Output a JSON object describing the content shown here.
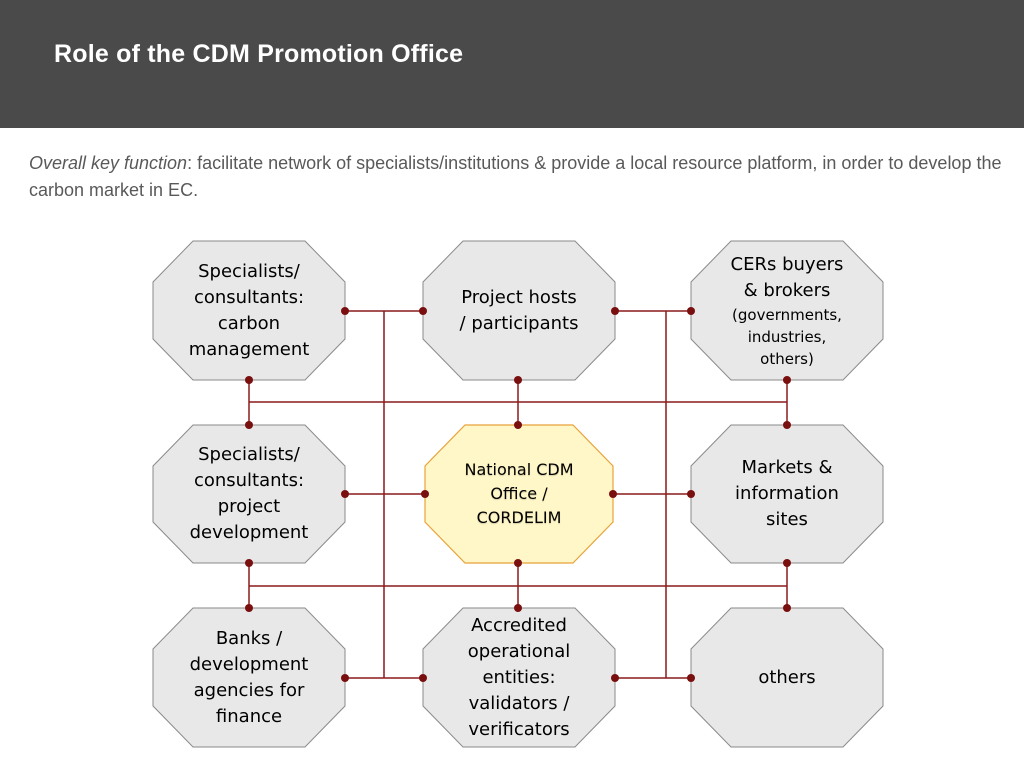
{
  "header": {
    "title": "Role of the CDM Promotion Office"
  },
  "subtitle": {
    "emphasis": "Overall key function",
    "text": ": facilitate network of specialists/institutions & provide a local resource platform, in order to develop the carbon market in EC."
  },
  "colors": {
    "header_bg": "#4a4a4a",
    "node_fill": "#e8e8e8",
    "node_stroke": "#8a8a8a",
    "center_fill": "#fff7c8",
    "center_stroke": "#e8a23a",
    "connector": "#8b1a1a"
  },
  "nodes": {
    "carbon": {
      "lines": [
        "Specialists/",
        "consultants:",
        "carbon",
        "management"
      ]
    },
    "hosts": {
      "lines": [
        "Project hosts",
        "/ participants"
      ]
    },
    "buyers": {
      "lines": [
        "CERs buyers",
        "& brokers"
      ],
      "detail_lines": [
        "(governments,",
        "industries,",
        "others)"
      ]
    },
    "project_dev": {
      "lines": [
        "Specialists/",
        "consultants:",
        "project",
        "development"
      ]
    },
    "center": {
      "lines": [
        "National CDM",
        "Office /",
        "CORDELIM"
      ]
    },
    "markets": {
      "lines": [
        "Markets &",
        "information",
        "sites"
      ]
    },
    "banks": {
      "lines": [
        "Banks /",
        "development",
        "agencies for",
        "finance"
      ]
    },
    "entities": {
      "lines": [
        "Accredited",
        "operational",
        "entities:",
        "validators /",
        "verificators"
      ]
    },
    "others": {
      "lines": [
        "others"
      ]
    }
  }
}
